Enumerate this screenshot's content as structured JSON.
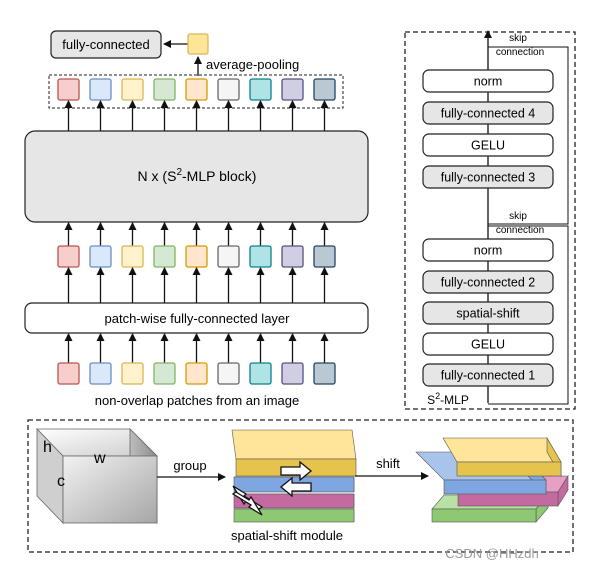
{
  "main": {
    "output_label": "fully-connected",
    "pooling_label": "average-pooling",
    "block_label_prefix": "N x (S",
    "block_label_sup": "2",
    "block_label_suffix": "-MLP block)",
    "patch_fc_label": "patch-wise fully-connected layer",
    "input_caption": "non-overlap patches from an image"
  },
  "patch_colors": [
    {
      "fill": "#f8cecc",
      "stroke": "#b85450"
    },
    {
      "fill": "#dae8fc",
      "stroke": "#6c8ebf"
    },
    {
      "fill": "#fff2cc",
      "stroke": "#d6b656"
    },
    {
      "fill": "#d5e8d4",
      "stroke": "#82b366"
    },
    {
      "fill": "#ffe6cc",
      "stroke": "#d79b00"
    },
    {
      "fill": "#f5f5f5",
      "stroke": "#666666"
    },
    {
      "fill": "#b0e3e6",
      "stroke": "#0e8088"
    },
    {
      "fill": "#d0cee2",
      "stroke": "#56517e"
    },
    {
      "fill": "#bac8d3",
      "stroke": "#23445d"
    }
  ],
  "pool_color": {
    "fill": "#ffe599",
    "stroke": "#d6b656"
  },
  "mlp_panel": {
    "title_prefix": "S",
    "title_sup": "2",
    "title_suffix": "-MLP",
    "skip_label_line1": "skip",
    "skip_label_line2": "connection",
    "upper_layers": [
      {
        "label": "norm",
        "shaded": false
      },
      {
        "label": "fully-connected 4",
        "shaded": true
      },
      {
        "label": "GELU",
        "shaded": false
      },
      {
        "label": "fully-connected 3",
        "shaded": true
      }
    ],
    "lower_layers": [
      {
        "label": "norm",
        "shaded": false
      },
      {
        "label": "fully-connected 2",
        "shaded": true
      },
      {
        "label": "spatial-shift",
        "shaded": true
      },
      {
        "label": "GELU",
        "shaded": false
      },
      {
        "label": "fully-connected 1",
        "shaded": true
      }
    ]
  },
  "shift_panel": {
    "cube_h": "h",
    "cube_w": "w",
    "cube_c": "c",
    "group_label": "group",
    "shift_label": "shift",
    "module_caption": "spatial-shift module",
    "layer_colors": [
      {
        "top": "#ffe599",
        "side": "#e6c34d"
      },
      {
        "top": "#a9c4eb",
        "side": "#7ea6e0"
      },
      {
        "top": "#e6a0c4",
        "side": "#c36aa0"
      },
      {
        "top": "#b9e0a5",
        "side": "#8fc872"
      }
    ]
  },
  "watermark": "CSDN @HHzdh"
}
